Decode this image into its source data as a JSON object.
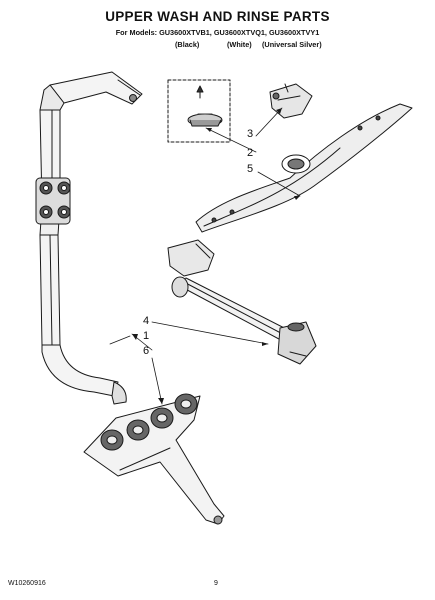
{
  "header": {
    "title": "UPPER WASH AND RINSE PARTS",
    "models_line": "For Models: GU3600XTVB1, GU3600XTVQ1, GU3600XTVY1",
    "variants": [
      "(Black)",
      "(White)",
      "(Universal Silver)"
    ]
  },
  "callouts": {
    "c3": "3",
    "c2": "2",
    "c5": "5",
    "c4": "4",
    "c1": "1",
    "c6": "6"
  },
  "footer": {
    "doc_number": "W10260916",
    "page_number": "9"
  },
  "colors": {
    "line": "#1a1a1a",
    "fill_light": "#f2f2f2",
    "fill_dark": "#555555"
  }
}
